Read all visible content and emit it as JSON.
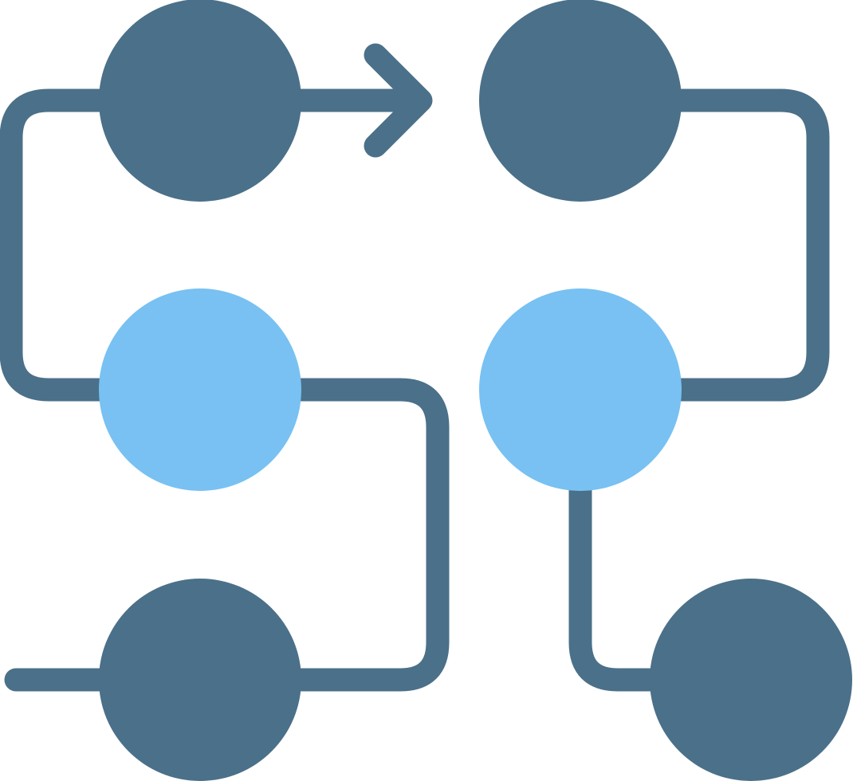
{
  "icon": {
    "name": "workflow-process-icon",
    "colors": {
      "dark": "#4b7089",
      "light": "#78c1f2",
      "background": "#ffffff"
    },
    "nodes": [
      {
        "id": "node-top-left",
        "tone": "dark"
      },
      {
        "id": "node-top-right",
        "tone": "dark"
      },
      {
        "id": "node-middle-left",
        "tone": "light"
      },
      {
        "id": "node-middle-right",
        "tone": "light"
      },
      {
        "id": "node-bottom-left",
        "tone": "dark"
      },
      {
        "id": "node-bottom-right",
        "tone": "dark"
      }
    ],
    "arrow": {
      "direction": "right"
    }
  }
}
